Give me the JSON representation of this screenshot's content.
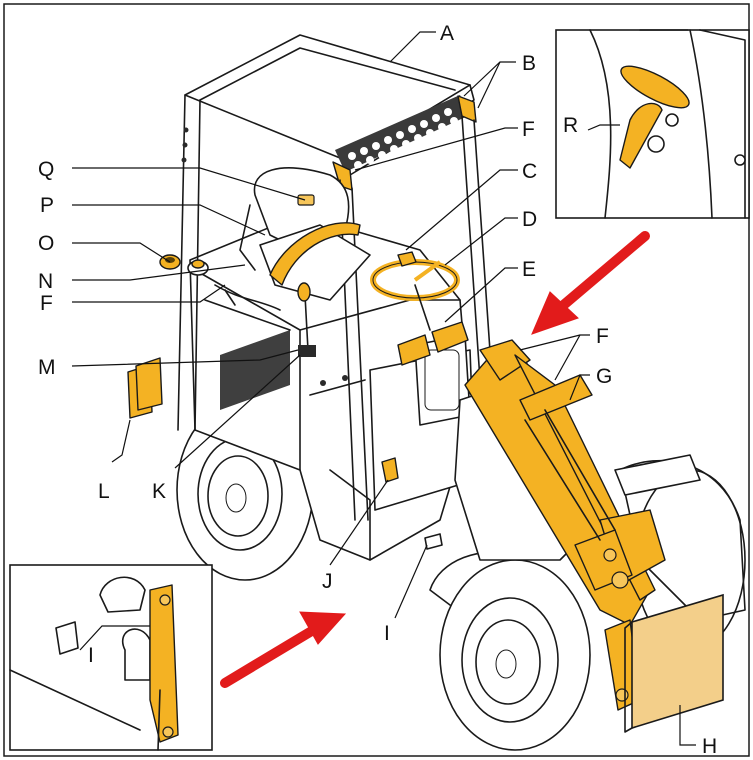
{
  "callouts": {
    "A": "A",
    "B": "B",
    "C": "C",
    "D": "D",
    "E": "E",
    "F_top": "F",
    "F_left": "F",
    "F_arm": "F",
    "G": "G",
    "H": "H",
    "I_main": "I",
    "I_inset": "I",
    "J": "J",
    "K": "K",
    "L": "L",
    "M": "M",
    "N": "N",
    "O": "O",
    "P": "P",
    "Q": "Q",
    "R": "R"
  },
  "colors": {
    "highlight": "#f4b223",
    "arrow": "#e21b1b",
    "outline": "#1a1a1a",
    "plate": "#f3cf8a"
  }
}
